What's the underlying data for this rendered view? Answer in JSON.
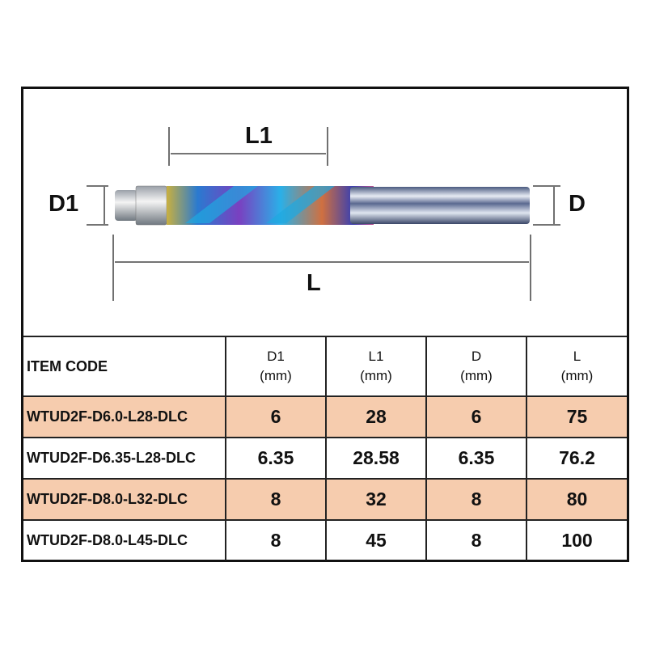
{
  "diagram": {
    "labels": {
      "l1": "L1",
      "d1": "D1",
      "d": "D",
      "l": "L"
    }
  },
  "table": {
    "headers": [
      {
        "line1": "ITEM CODE",
        "line2": ""
      },
      {
        "line1": "D1",
        "line2": "(mm)"
      },
      {
        "line1": "L1",
        "line2": "(mm)"
      },
      {
        "line1": "D",
        "line2": "(mm)"
      },
      {
        "line1": "L",
        "line2": "(mm)"
      }
    ],
    "rows": [
      {
        "code": "WTUD2F-D6.0-L28-DLC",
        "d1": "6",
        "l1": "28",
        "d": "6",
        "l": "75",
        "highlight": true
      },
      {
        "code": "WTUD2F-D6.35-L28-DLC",
        "d1": "6.35",
        "l1": "28.58",
        "d": "6.35",
        "l": "76.2",
        "highlight": false
      },
      {
        "code": "WTUD2F-D8.0-L32-DLC",
        "d1": "8",
        "l1": "32",
        "d": "8",
        "l": "80",
        "highlight": true
      },
      {
        "code": "WTUD2F-D8.0-L45-DLC",
        "d1": "8",
        "l1": "45",
        "d": "8",
        "l": "100",
        "highlight": false
      }
    ],
    "highlight_color": "#f6ccae"
  }
}
